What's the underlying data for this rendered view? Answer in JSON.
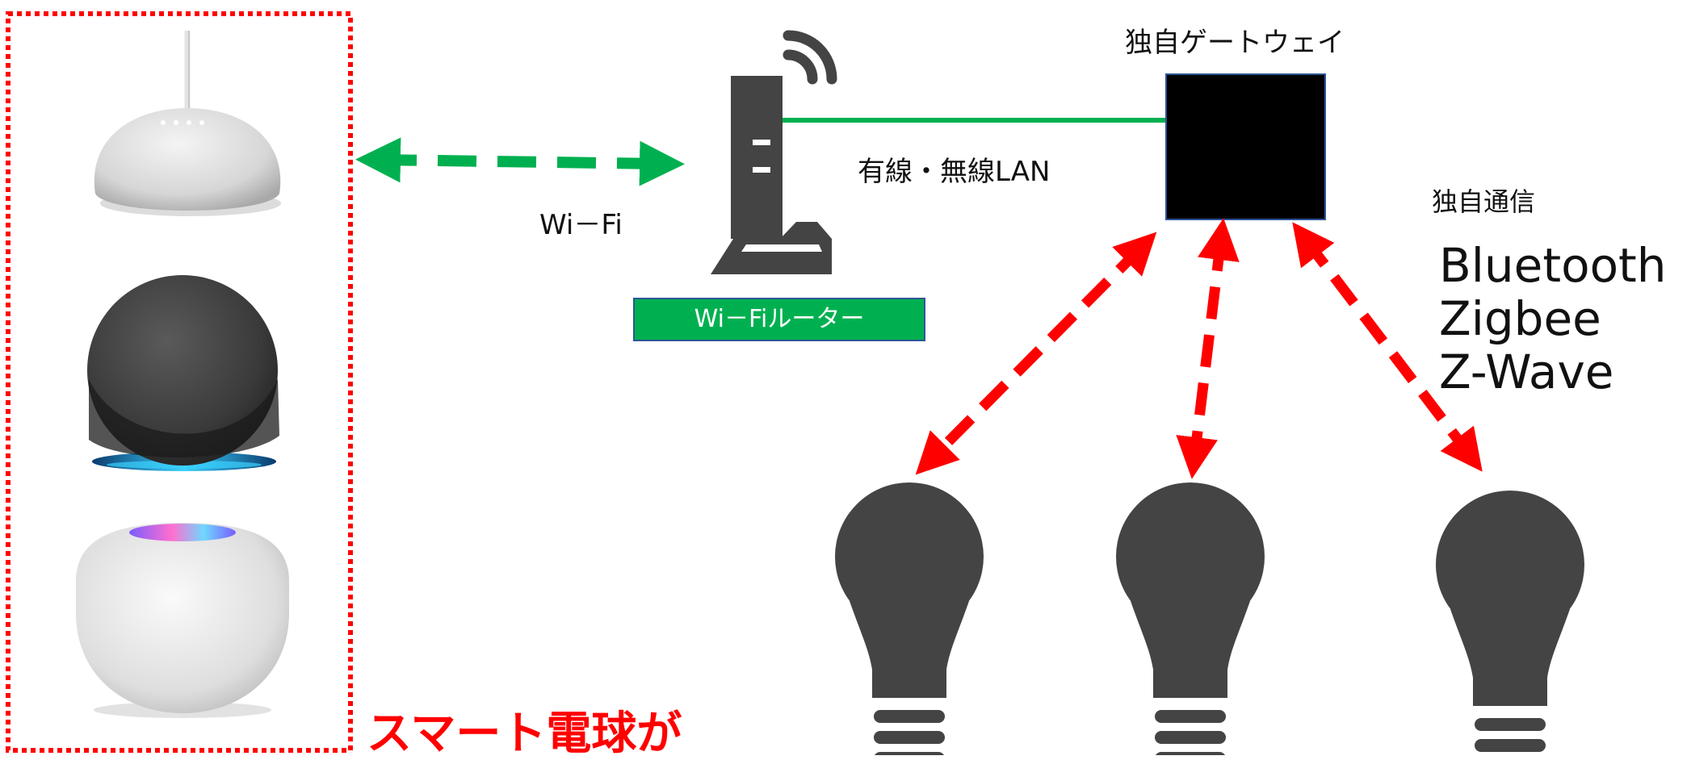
{
  "labels": {
    "wifi": "Wi－Fi",
    "lan": "有線・無線LAN",
    "gateway": "独自ゲートウェイ",
    "proprietary_comm": "独自通信",
    "router_badge": "Wi－Fiルーター",
    "caption": "スマート電球が"
  },
  "protocols": [
    "Bluetooth",
    "Zigbee",
    "Z-Wave"
  ],
  "colors": {
    "green": "#00b050",
    "red": "#ff0000",
    "icon_gray": "#444444",
    "gateway": "#000000",
    "badge_border": "#2f5597"
  },
  "icons": [
    "smart-speaker-google-nest-mini",
    "smart-speaker-echo-dot",
    "smart-speaker-homepod-mini",
    "wifi-router-icon",
    "gateway-box",
    "light-bulb-icon"
  ]
}
